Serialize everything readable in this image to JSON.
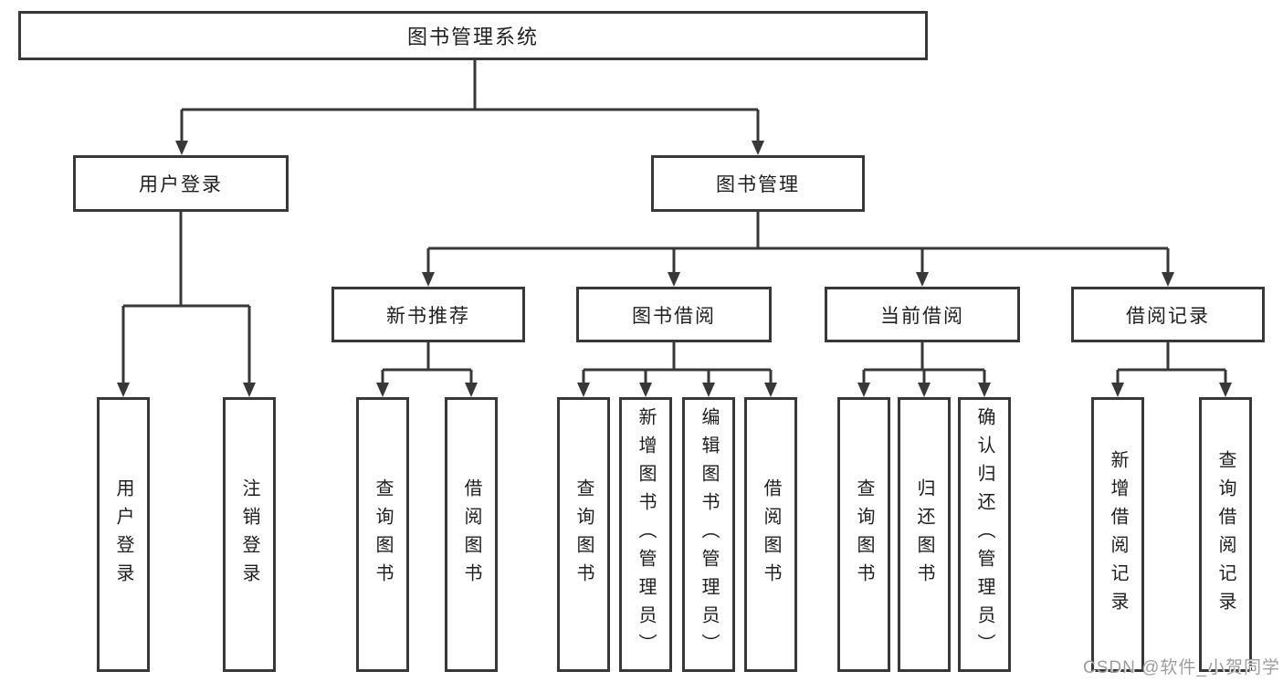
{
  "diagram": {
    "root": {
      "label": "图书管理系统"
    },
    "branches": [
      {
        "label": "用户登录",
        "children": [
          {
            "label": "用户登录"
          },
          {
            "label": "注销登录"
          }
        ]
      },
      {
        "label": "图书管理",
        "sections": [
          {
            "label": "新书推荐",
            "children": [
              {
                "label": "查询图书"
              },
              {
                "label": "借阅图书"
              }
            ]
          },
          {
            "label": "图书借阅",
            "children": [
              {
                "label": "查询图书"
              },
              {
                "label": "新增图书（管理员）"
              },
              {
                "label": "编辑图书（管理员）"
              },
              {
                "label": "借阅图书"
              }
            ]
          },
          {
            "label": "当前借阅",
            "children": [
              {
                "label": "查询图书"
              },
              {
                "label": "归还图书"
              },
              {
                "label": "确认归还（管理员）"
              }
            ]
          },
          {
            "label": "借阅记录",
            "children": [
              {
                "label": "新增借阅记录"
              },
              {
                "label": "查询借阅记录"
              }
            ]
          }
        ]
      }
    ]
  },
  "watermark": {
    "text": "CSDN @软件_小贺同学"
  },
  "colors": {
    "line": "#383838",
    "box_border": "#383838",
    "text": "#1e1e1e",
    "background": "#ffffff",
    "watermark": "#9d9d9d"
  }
}
